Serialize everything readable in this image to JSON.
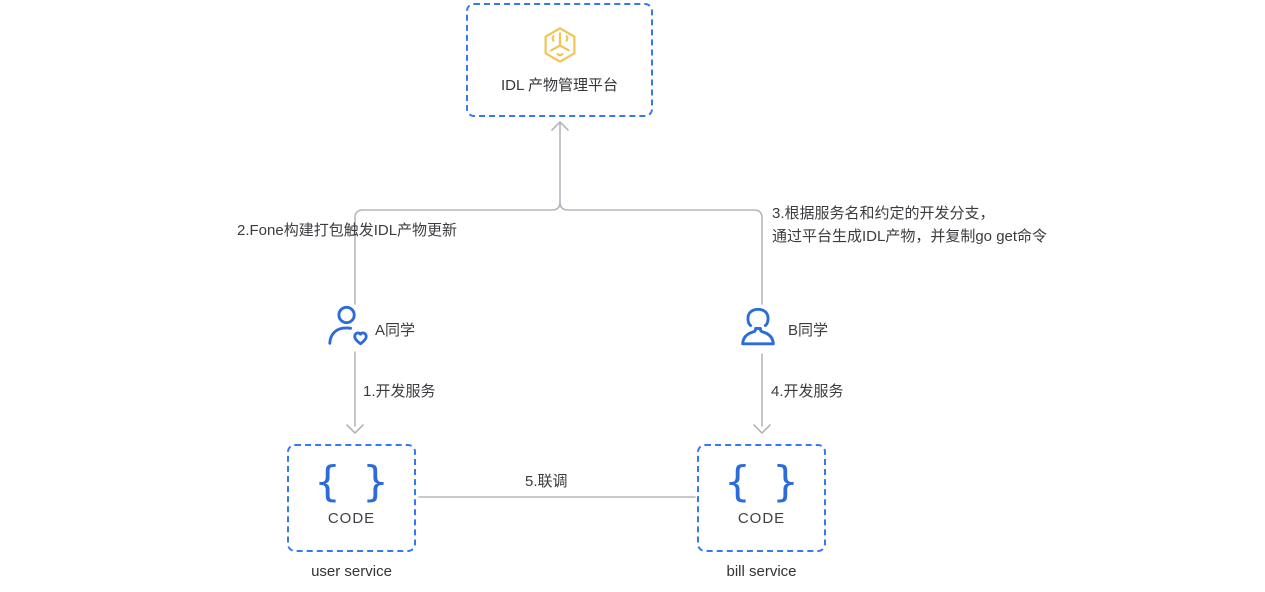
{
  "diagram": {
    "platform": {
      "label": "IDL 产物管理平台"
    },
    "actors": {
      "a": {
        "label": "A同学"
      },
      "b": {
        "label": "B同学"
      }
    },
    "services": {
      "user": {
        "braces": "{ }",
        "code": "CODE",
        "name": "user service"
      },
      "bill": {
        "braces": "{ }",
        "code": "CODE",
        "name": "bill service"
      }
    },
    "steps": {
      "s1": "1.开发服务",
      "s2": "2.Fone构建打包触发IDL产物更新",
      "s3_line1": "3.根据服务名和约定的开发分支，",
      "s3_line2": "通过平台生成IDL产物，并复制go get命令",
      "s4": "4.开发服务",
      "s5": "5.联调"
    },
    "icons": {
      "platform": "hexagon-mascot-icon",
      "actor_a": "person-heart-icon",
      "actor_b": "person-female-icon",
      "service": "code-braces-icon"
    },
    "colors": {
      "node_border_blue": "#3579f0",
      "icon_blue": "#2b6cd9",
      "icon_yellow": "#f1c453",
      "connector_gray": "#b5b5bd",
      "text": "#3a3a3e",
      "background": "#ffffff"
    }
  }
}
